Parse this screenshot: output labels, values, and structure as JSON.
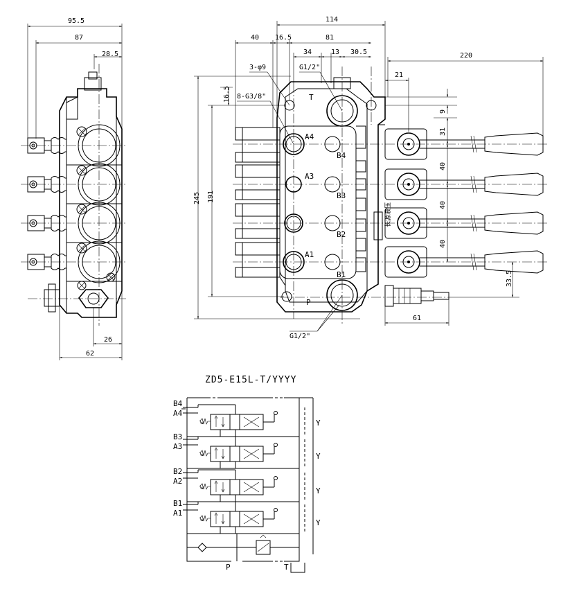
{
  "side_view": {
    "dims": {
      "d95_5": "95.5",
      "d87": "87",
      "d28_5": "28.5",
      "d26": "26",
      "d62": "62"
    }
  },
  "front_view": {
    "dims": {
      "d114": "114",
      "d40": "40",
      "d16_5a": "16.5",
      "d81": "81",
      "d34": "34",
      "d13": "13",
      "d30_5": "30.5",
      "d220": "220",
      "d21": "21",
      "d9": "9",
      "d31": "31",
      "d40a": "40",
      "d40b": "40",
      "d40c": "40",
      "d33_5": "33.5",
      "d61": "61",
      "d245": "245",
      "d191": "191",
      "d16_5b": "16.5"
    },
    "callouts": {
      "holes": "3-φ9",
      "ports_b": "8-G3/8\"",
      "port_top": "G1/2\"",
      "port_bottom": "G1/2\""
    },
    "ports": {
      "a4": "A4",
      "b4": "B4",
      "a3": "A3",
      "b3": "B3",
      "b2": "B2",
      "a1": "A1",
      "b1": "B1",
      "p": "P",
      "t": "T"
    },
    "stamp": "长源液压"
  },
  "schematic": {
    "model": "ZD5-E15L-T/YYYY",
    "b_labels": [
      "B4",
      "B3",
      "B2",
      "B1"
    ],
    "a_labels": [
      "A4",
      "A3",
      "A2",
      "A1"
    ],
    "y_labels": [
      "Y",
      "Y",
      "Y",
      "Y"
    ],
    "p": "P",
    "t": "T"
  }
}
